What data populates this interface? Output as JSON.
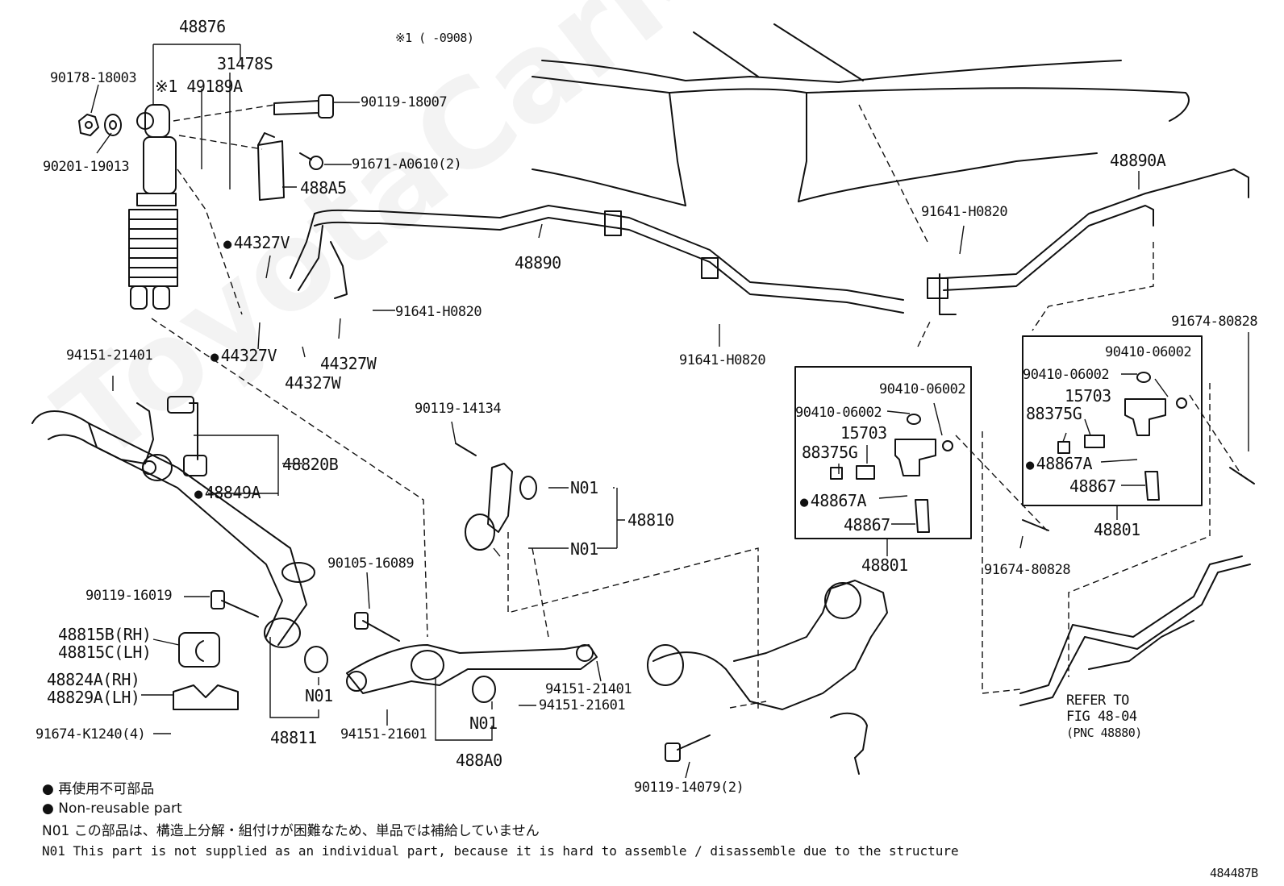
{
  "watermark": "ToyotaCarMine.ru",
  "header_note": "※1 (     -0908)",
  "figure_code": "484487B",
  "labels": {
    "p48876": "48876",
    "p31478S": "31478S",
    "p90178": "90178-18003",
    "p49189A": "※1 49189A",
    "p90119_18007": "90119-18007",
    "p90201": "90201-19013",
    "p91671": "91671-A0610(2)",
    "p488A5": "488A5",
    "p44327V_1": "44327V",
    "p44327V_2": "44327V",
    "p44327W_1": "44327W",
    "p44327W_2": "44327W",
    "p91641_1": "91641-H0820",
    "p91641_2": "91641-H0820",
    "p91641_3": "91641-H0820",
    "p48890": "48890",
    "p48890A": "48890A",
    "p91674_1": "91674-80828",
    "p91674_2": "91674-80828",
    "p94151_21401a": "94151-21401",
    "p94151_21401b": "94151-21401",
    "p48820B": "48820B",
    "p48849A": "48849A",
    "p90119_14134": "90119-14134",
    "pN01_a": "N01",
    "pN01_b": "N01",
    "pN01_c": "N01",
    "pN01_d": "N01",
    "p48810": "48810",
    "p90105": "90105-16089",
    "p90119_16019": "90119-16019",
    "p48815B": "48815B(RH)",
    "p48815C": "48815C(LH)",
    "p48824A": "48824A(RH)",
    "p48829A": "48829A(LH)",
    "p91674_K1240": "91674-K1240(4)",
    "p48811": "48811",
    "p94151_21601a": "94151-21601",
    "p94151_21601b": "94151-21601",
    "p488A0": "488A0",
    "p90119_14079": "90119-14079(2)",
    "p90410_a": "90410-06002",
    "p90410_b": "90410-06002",
    "p90410_c": "90410-06002",
    "p90410_d": "90410-06002",
    "p15703_a": "15703",
    "p15703_b": "15703",
    "p88375G_a": "88375G",
    "p88375G_b": "88375G",
    "p48867A_a": "48867A",
    "p48867A_b": "48867A",
    "p48867_a": "48867",
    "p48867_b": "48867",
    "p48801_a": "48801",
    "p48801_b": "48801",
    "refer1": "REFER TO",
    "refer2": "FIG 48-04",
    "refer3": "(PNC 48880)"
  },
  "legend": {
    "ja_nonreusable": "● 再使用不可部品",
    "en_nonreusable": "● Non-reusable part",
    "ja_note": "N01 この部品は、構造上分解・組付けが困難なため、単品では補給していません",
    "en_note": "N01 This part is not supplied as an individual part, because it is hard to assemble / disassemble due to the structure"
  }
}
